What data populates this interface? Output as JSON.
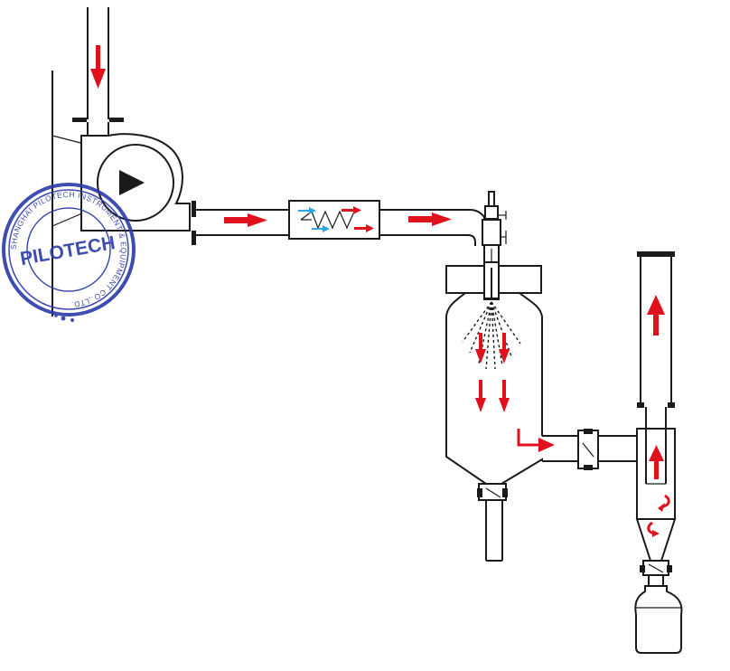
{
  "stamp": {
    "brand": "PILOTECH",
    "ring_text": "SHANGHAI PILOTECH INSTRUMENT & EQUIPMENT CO.,LTD.",
    "color": "#2b3aa8"
  },
  "colors": {
    "flow_arrow": "#e0101c",
    "coolant_arrow": "#2aa7e6",
    "outline": "#1a1a1a"
  },
  "components": [
    "air-inlet-pipe",
    "blower",
    "heater",
    "atomizer-nozzle",
    "drying-chamber",
    "cyclone-separator",
    "exhaust-pipe",
    "collection-bottle"
  ]
}
